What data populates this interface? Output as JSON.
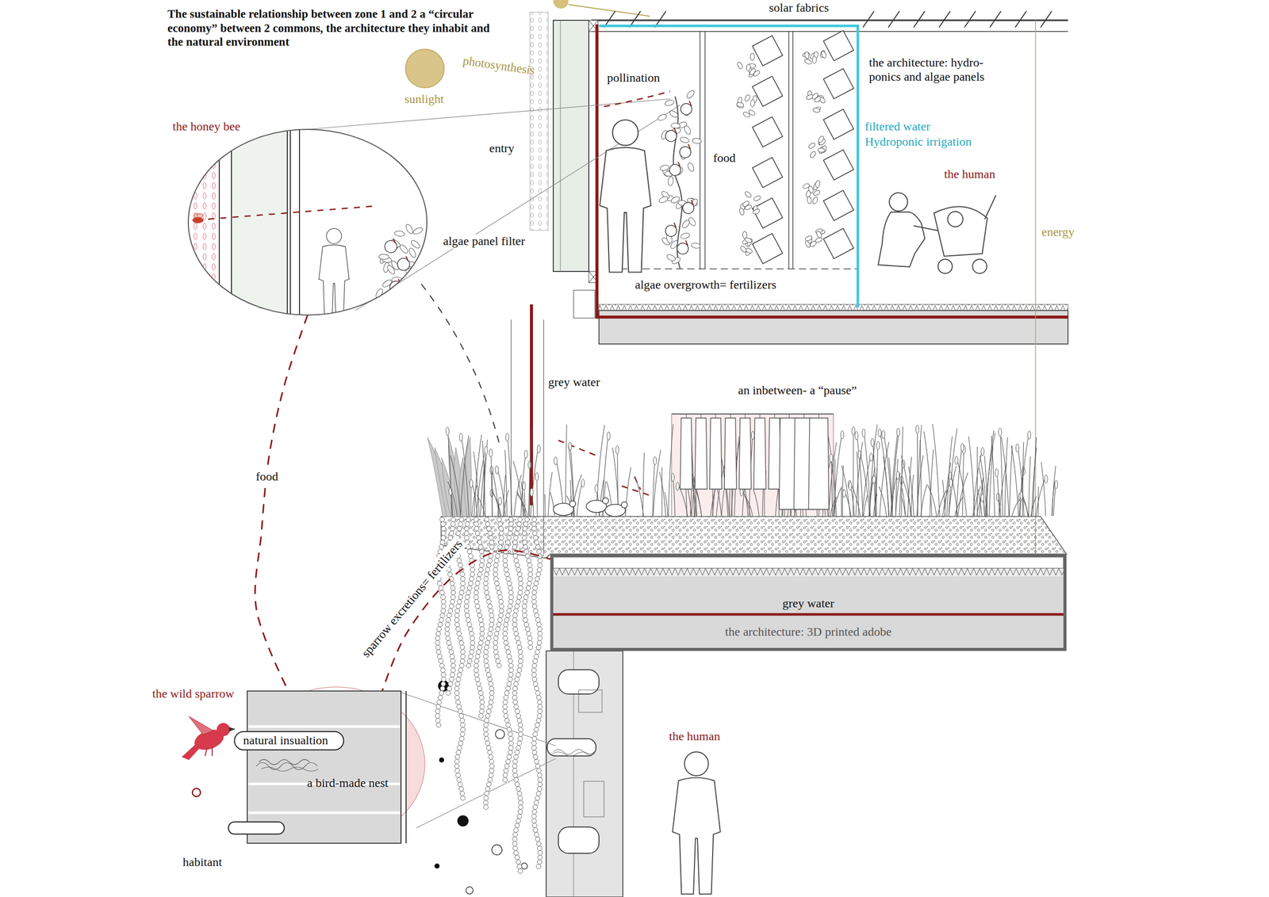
{
  "diagram": {
    "title": "The sustainable relationship between zone 1 and 2 a “circular economy” between 2 commons, the architecture they inhabit and the natural environment",
    "nodes": [
      {
        "text": [
          "the honey bee"
        ]
      },
      {
        "text": [
          "the wild sparrow",
          "natural insualtion",
          "a bird-made nest"
        ]
      },
      {
        "text": [
          "grey water",
          "the architecture: 3D printed adobe"
        ]
      }
    ],
    "edges": [
      {
        "from": 0,
        "to": 1,
        "label": "food",
        "arrow": "none"
      },
      {
        "from": 1,
        "to": 2,
        "label": "sparrow excretions= fertilizers",
        "arrow": "none"
      }
    ],
    "labels": [
      "solar fabrics",
      "photosynthesis",
      "sunlight",
      "pollination",
      "entry",
      "food",
      "the architecture: hydro- ponics and algae panels",
      "filtered water",
      "Hydroponic irrigation",
      "the human",
      "energy",
      "algae panel filter",
      "algae overgrowth= fertilizers",
      "grey water",
      "an inbetween- a “pause”",
      "habitant",
      "the human"
    ]
  }
}
